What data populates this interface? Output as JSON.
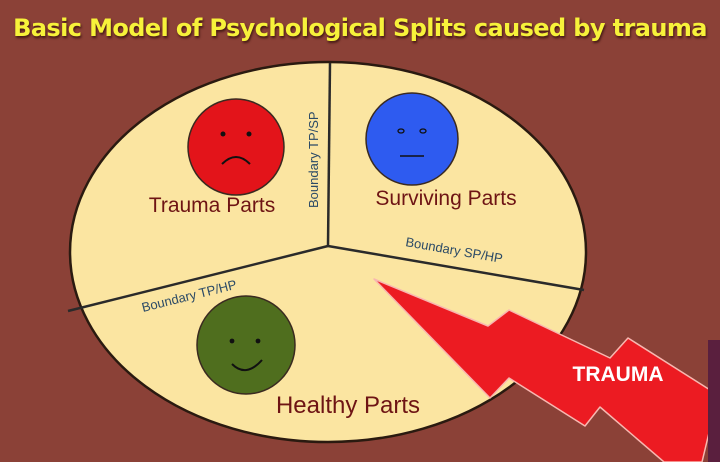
{
  "title": "Basic Model of Psychological Splits caused by trauma",
  "regions": {
    "trauma_parts": "Trauma Parts",
    "surviving_parts": "Surviving Parts",
    "healthy_parts": "Healthy Parts"
  },
  "boundaries": {
    "tp_sp": "Boundary TP/SP",
    "sp_hp": "Boundary SP/HP",
    "tp_hp": "Boundary TP/HP"
  },
  "trauma_label": "TRAUMA",
  "colors": {
    "background": "#8b4137",
    "title": "#f7f23a",
    "circle_fill": "#fbe5a1",
    "trauma_face": "#e3141a",
    "surviving_face": "#2e5bf0",
    "healthy_face": "#4f6e1e",
    "bolt": "#ec1b22",
    "boundary_text": "#2b4a66"
  },
  "faces": {
    "trauma_face": "sad-face-icon",
    "surviving_face": "neutral-face-icon",
    "healthy_face": "smiling-face-icon"
  }
}
